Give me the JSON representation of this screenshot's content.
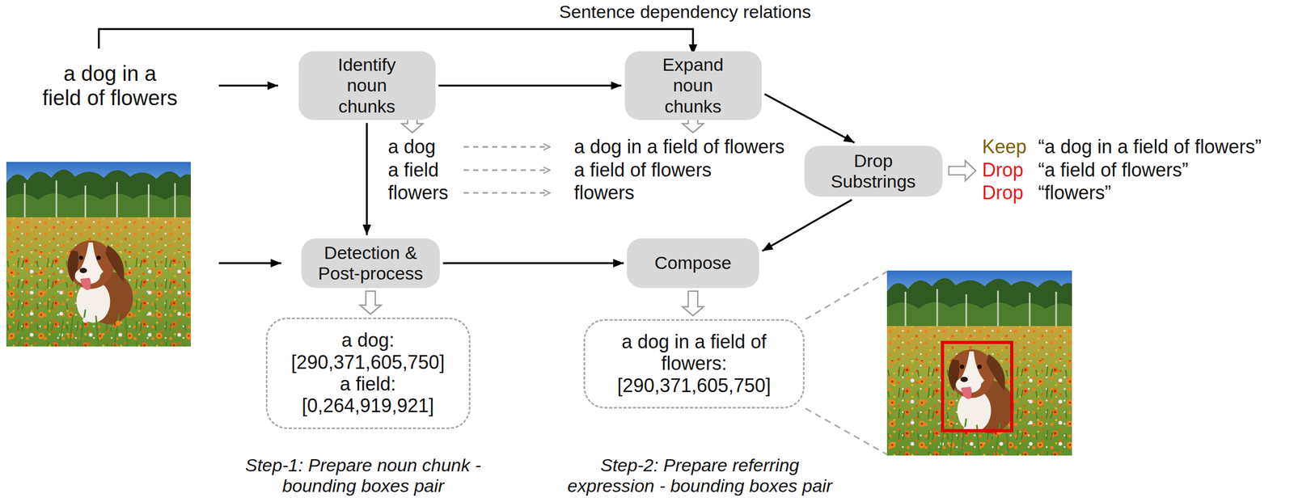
{
  "diagram": {
    "nodes": [
      {
        "text": [
          "Identify noun chunks"
        ]
      },
      {
        "text": [
          "Expand noun chunks"
        ]
      },
      {
        "text": [
          "Drop Substrings"
        ]
      },
      {
        "text": [
          "Detection & Post-process"
        ]
      },
      {
        "text": [
          "Compose"
        ]
      },
      {
        "text": [
          "a dog: [290,371,605,750]",
          "a field: [0,264,919,921]"
        ]
      },
      {
        "text": [
          "a dog in a field of flowers: [290,371,605,750]"
        ]
      }
    ],
    "edges": [
      {
        "from": 0,
        "to": 1,
        "arrow": "to"
      },
      {
        "from": 1,
        "to": 2,
        "arrow": "to"
      },
      {
        "from": 0,
        "to": 3,
        "arrow": "to"
      },
      {
        "from": 3,
        "to": 4,
        "arrow": "to"
      },
      {
        "from": 2,
        "to": 4,
        "arrow": "to"
      },
      {
        "from": 3,
        "to": 5,
        "arrow": "to"
      },
      {
        "from": 4,
        "to": 6,
        "arrow": "to"
      }
    ],
    "labels": [
      "Sentence dependency relations",
      "a dog in a field of flowers",
      "a dog",
      "a field",
      "flowers",
      "a dog in a field of flowers",
      "a field of flowers",
      "flowers",
      "Keep",
      "“a dog in a field of flowers”",
      "Drop",
      "“a field of flowers”",
      "Drop",
      "“flowers”",
      "Step-1: Prepare noun chunk - bounding boxes pair",
      "Step-2: Prepare referring expression - bounding boxes pair"
    ]
  }
}
